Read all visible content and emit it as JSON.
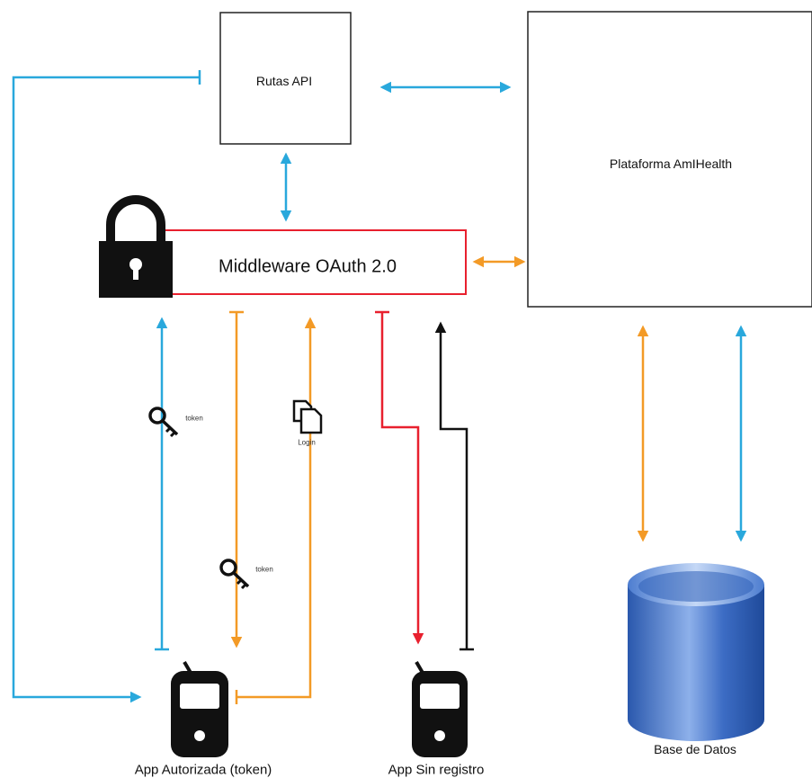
{
  "nodes": {
    "rutas_api": "Rutas API",
    "plataforma": "Plataforma AmIHealth",
    "middleware": "Middleware OAuth 2.0",
    "app_autorizada": "App Autorizada (token)",
    "app_sin_registro": "App Sin registro",
    "base_datos": "Base de Datos"
  },
  "annotations": {
    "token_up": "token",
    "token_down": "token",
    "login": "Login"
  },
  "colors": {
    "blue": "#29a8dc",
    "orange": "#f39a26",
    "red": "#e8202e",
    "black": "#111111",
    "db_top": "#6f97d8",
    "db_body": "#2f60b8"
  },
  "icons": {
    "lock": "lock-icon",
    "key": "key-icon",
    "document": "document-copy-icon",
    "phone": "mobile-phone-icon",
    "database": "database-icon"
  }
}
